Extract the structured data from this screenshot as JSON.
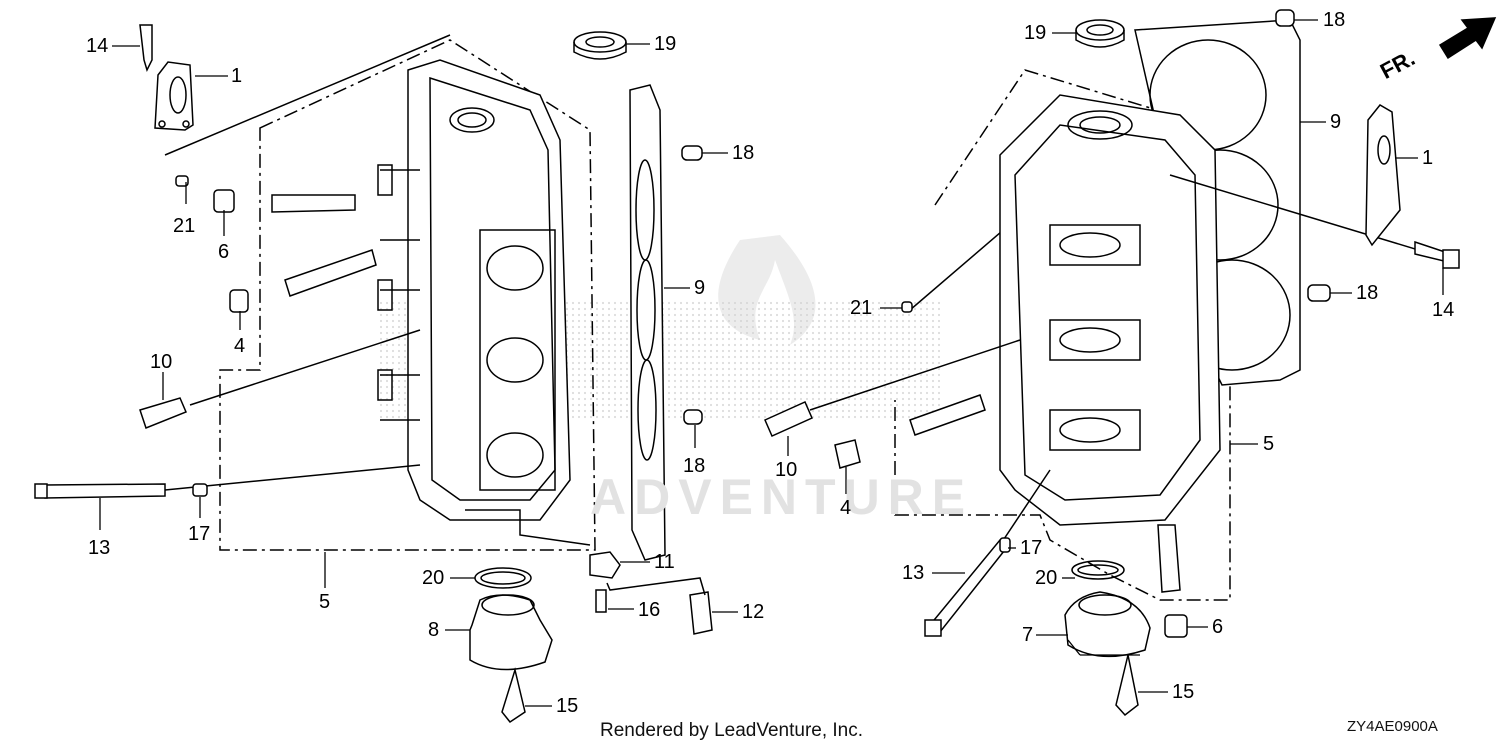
{
  "diagram": {
    "callouts": [
      {
        "id": "c14a",
        "text": "14"
      },
      {
        "id": "c1a",
        "text": "1"
      },
      {
        "id": "c21a",
        "text": "21"
      },
      {
        "id": "c6a",
        "text": "6"
      },
      {
        "id": "c4a",
        "text": "4"
      },
      {
        "id": "c10a",
        "text": "10"
      },
      {
        "id": "c13a",
        "text": "13"
      },
      {
        "id": "c17a",
        "text": "17"
      },
      {
        "id": "c5a",
        "text": "5"
      },
      {
        "id": "c19a",
        "text": "19"
      },
      {
        "id": "c18a",
        "text": "18"
      },
      {
        "id": "c9a",
        "text": "9"
      },
      {
        "id": "c18b",
        "text": "18"
      },
      {
        "id": "c11",
        "text": "11"
      },
      {
        "id": "c20a",
        "text": "20"
      },
      {
        "id": "c16",
        "text": "16"
      },
      {
        "id": "c12",
        "text": "12"
      },
      {
        "id": "c8",
        "text": "8"
      },
      {
        "id": "c15a",
        "text": "15"
      },
      {
        "id": "c19b",
        "text": "19"
      },
      {
        "id": "c18c",
        "text": "18"
      },
      {
        "id": "c9b",
        "text": "9"
      },
      {
        "id": "c1b",
        "text": "1"
      },
      {
        "id": "c21b",
        "text": "21"
      },
      {
        "id": "c18d",
        "text": "18"
      },
      {
        "id": "c14b",
        "text": "14"
      },
      {
        "id": "c10b",
        "text": "10"
      },
      {
        "id": "c4b",
        "text": "4"
      },
      {
        "id": "c5b",
        "text": "5"
      },
      {
        "id": "c13b",
        "text": "13"
      },
      {
        "id": "c17b",
        "text": "17"
      },
      {
        "id": "c20b",
        "text": "20"
      },
      {
        "id": "c7",
        "text": "7"
      },
      {
        "id": "c6b",
        "text": "6"
      },
      {
        "id": "c15b",
        "text": "15"
      }
    ],
    "direction_marker": "FR.",
    "footer": "Rendered by LeadVenture, Inc.",
    "diagram_code": "ZY4AE0900A",
    "watermark": "ADVENTURE"
  }
}
